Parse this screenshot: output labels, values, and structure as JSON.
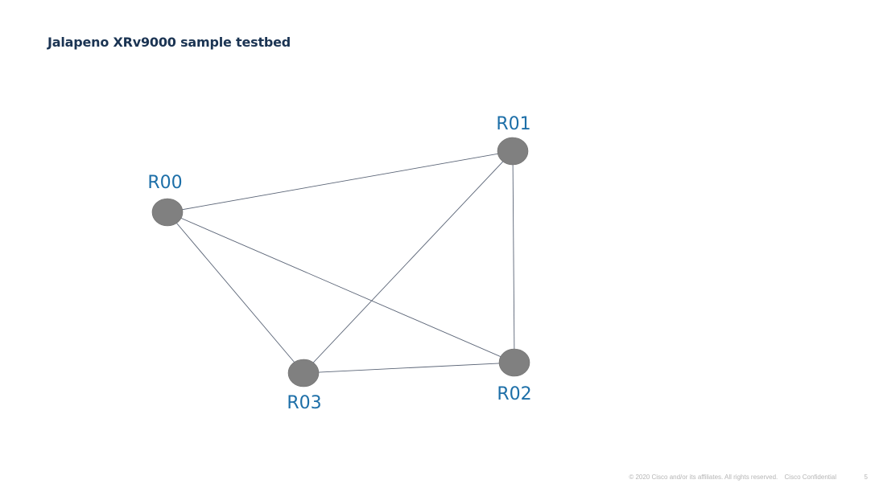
{
  "slide": {
    "title": "Jalapeno XRv9000 sample testbed",
    "footer": {
      "copyright": "© 2020  Cisco and/or its affiliates. All rights reserved.",
      "confidential": "Cisco Confidential",
      "page_number": "5"
    }
  },
  "diagram": {
    "node_color": "#808080",
    "label_color": "#1d6fa8",
    "link_color": "#5a6476",
    "nodes": [
      {
        "id": "R00",
        "label": "R00"
      },
      {
        "id": "R01",
        "label": "R01"
      },
      {
        "id": "R02",
        "label": "R02"
      },
      {
        "id": "R03",
        "label": "R03"
      }
    ],
    "links": [
      {
        "from": "R00",
        "to": "R01"
      },
      {
        "from": "R00",
        "to": "R02"
      },
      {
        "from": "R00",
        "to": "R03"
      },
      {
        "from": "R01",
        "to": "R02"
      },
      {
        "from": "R01",
        "to": "R03"
      },
      {
        "from": "R03",
        "to": "R02"
      }
    ]
  }
}
